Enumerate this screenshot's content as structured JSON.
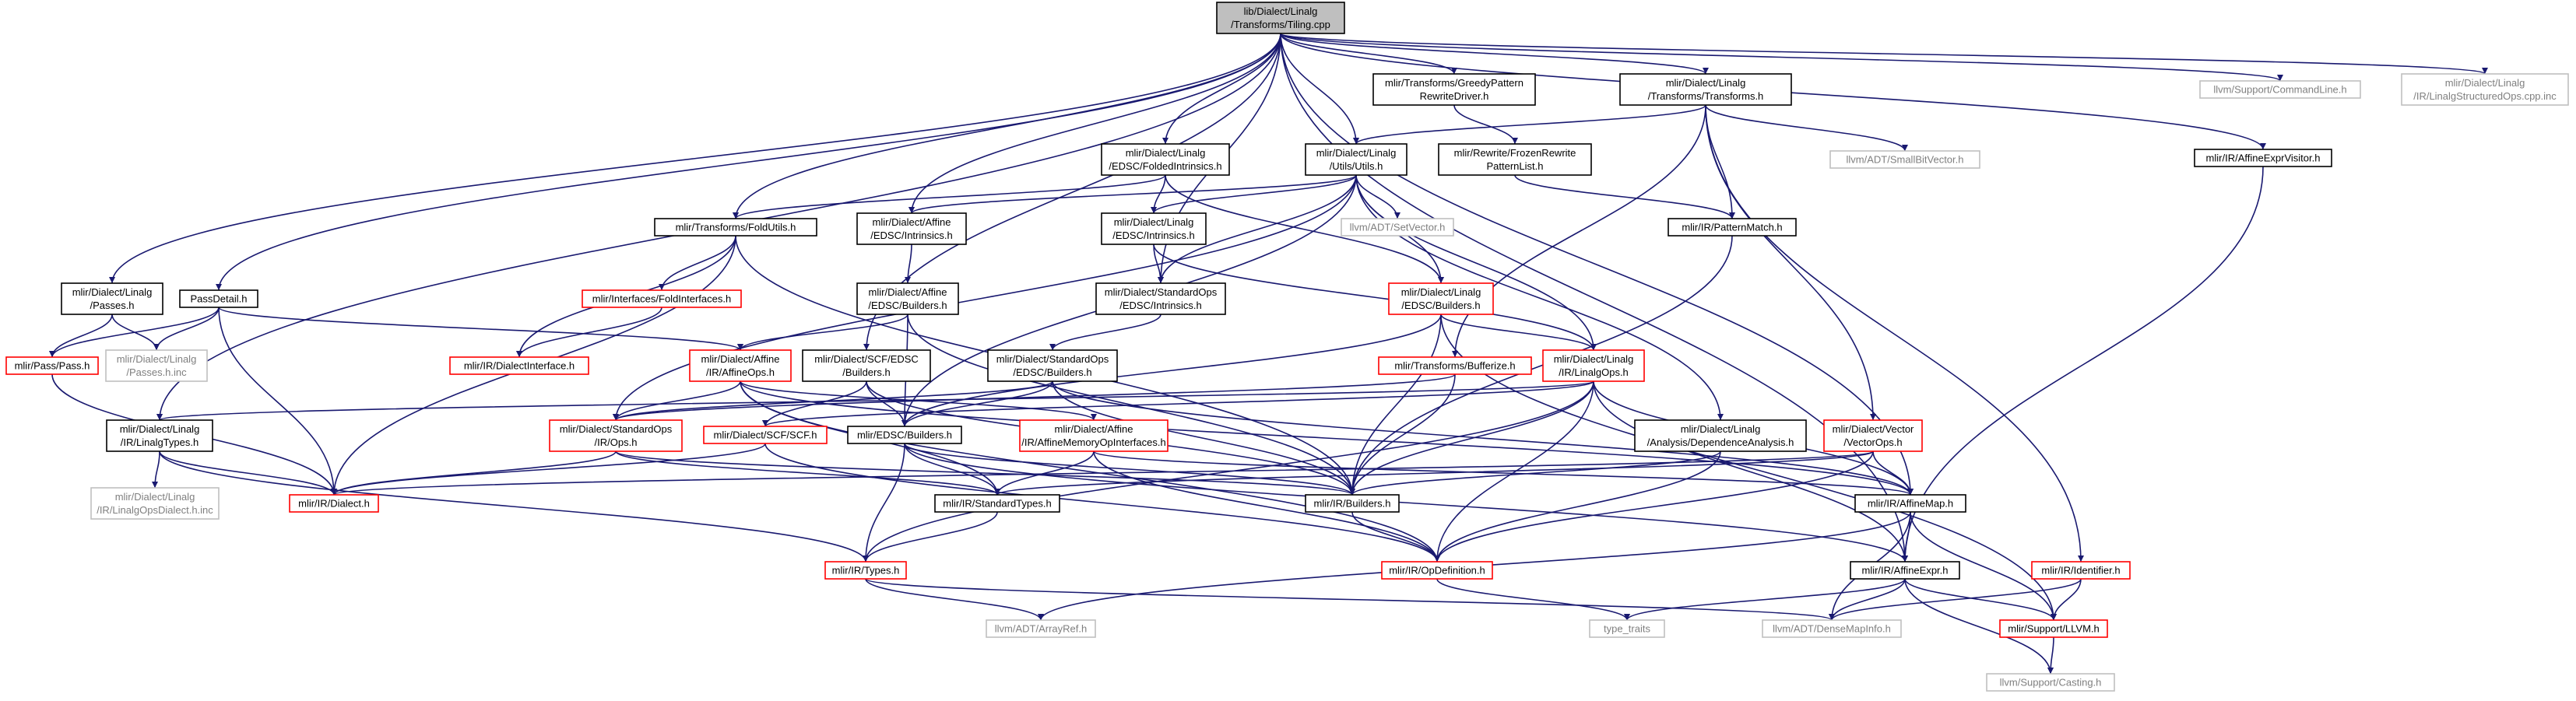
{
  "colors": {
    "edge": "#191970",
    "text_normal": "#000000",
    "text_external": "#7f7f7f",
    "border_normal": "#000000",
    "border_truncated": "#ff0000",
    "border_external": "#bfbfbf",
    "root_fill": "#bfbfbf"
  },
  "nodes": [
    {
      "id": "root",
      "lines": [
        "lib/Dialect/Linalg",
        "/Transforms/Tiling.cpp"
      ],
      "kind": "root"
    },
    {
      "id": "linalg_passes",
      "lines": [
        "mlir/Dialect/Linalg",
        "/Passes.h"
      ],
      "kind": "normal"
    },
    {
      "id": "passdetail",
      "lines": [
        "PassDetail.h"
      ],
      "kind": "normal"
    },
    {
      "id": "linalgtypes",
      "lines": [
        "mlir/Dialect/Linalg",
        "/IR/LinalgTypes.h"
      ],
      "kind": "normal"
    },
    {
      "id": "foldutils",
      "lines": [
        "mlir/Transforms/FoldUtils.h"
      ],
      "kind": "normal"
    },
    {
      "id": "affine_edsc_intr",
      "lines": [
        "mlir/Dialect/Affine",
        "/EDSC/Intrinsics.h"
      ],
      "kind": "normal"
    },
    {
      "id": "linalg_edsc_folded",
      "lines": [
        "mlir/Dialect/Linalg",
        "/EDSC/FoldedIntrinsics.h"
      ],
      "kind": "normal"
    },
    {
      "id": "greedy",
      "lines": [
        "mlir/Transforms/GreedyPattern",
        "RewriteDriver.h"
      ],
      "kind": "normal"
    },
    {
      "id": "linalg_transforms",
      "lines": [
        "mlir/Dialect/Linalg",
        "/Transforms/Transforms.h"
      ],
      "kind": "normal"
    },
    {
      "id": "commandline",
      "lines": [
        "llvm/Support/CommandLine.h"
      ],
      "kind": "external"
    },
    {
      "id": "structuredops",
      "lines": [
        "mlir/Dialect/Linalg",
        "/IR/LinalgStructuredOps.cpp.inc"
      ],
      "kind": "external"
    },
    {
      "id": "affineexprvisitor",
      "lines": [
        "mlir/IR/AffineExprVisitor.h"
      ],
      "kind": "normal"
    },
    {
      "id": "linalg_utils",
      "lines": [
        "mlir/Dialect/Linalg",
        "/Utils/Utils.h"
      ],
      "kind": "normal"
    },
    {
      "id": "frozenrewrite",
      "lines": [
        "mlir/Rewrite/FrozenRewrite",
        "PatternList.h"
      ],
      "kind": "normal"
    },
    {
      "id": "smallbitvector",
      "lines": [
        "llvm/ADT/SmallBitVector.h"
      ],
      "kind": "external"
    },
    {
      "id": "linalg_edsc_intr",
      "lines": [
        "mlir/Dialect/Linalg",
        "/EDSC/Intrinsics.h"
      ],
      "kind": "normal"
    },
    {
      "id": "setvector",
      "lines": [
        "llvm/ADT/SetVector.h"
      ],
      "kind": "external"
    },
    {
      "id": "patternmatch",
      "lines": [
        "mlir/IR/PatternMatch.h"
      ],
      "kind": "normal"
    },
    {
      "id": "foldinterfaces",
      "lines": [
        "mlir/Interfaces/FoldInterfaces.h"
      ],
      "kind": "truncated"
    },
    {
      "id": "affine_edsc_builders",
      "lines": [
        "mlir/Dialect/Affine",
        "/EDSC/Builders.h"
      ],
      "kind": "normal"
    },
    {
      "id": "std_edsc_intr",
      "lines": [
        "mlir/Dialect/StandardOps",
        "/EDSC/Intrinsics.h"
      ],
      "kind": "normal"
    },
    {
      "id": "linalg_edsc_builders",
      "lines": [
        "mlir/Dialect/Linalg",
        "/EDSC/Builders.h"
      ],
      "kind": "truncated"
    },
    {
      "id": "pass",
      "lines": [
        "mlir/Pass/Pass.h"
      ],
      "kind": "truncated"
    },
    {
      "id": "linalg_passes_inc",
      "lines": [
        "mlir/Dialect/Linalg",
        "/Passes.h.inc"
      ],
      "kind": "external"
    },
    {
      "id": "dialectinterface",
      "lines": [
        "mlir/IR/DialectInterface.h"
      ],
      "kind": "truncated"
    },
    {
      "id": "affineops",
      "lines": [
        "mlir/Dialect/Affine",
        "/IR/AffineOps.h"
      ],
      "kind": "truncated"
    },
    {
      "id": "scf_edsc_builders",
      "lines": [
        "mlir/Dialect/SCF/EDSC",
        "/Builders.h"
      ],
      "kind": "normal"
    },
    {
      "id": "std_edsc_builders",
      "lines": [
        "mlir/Dialect/StandardOps",
        "/EDSC/Builders.h"
      ],
      "kind": "normal"
    },
    {
      "id": "bufferize",
      "lines": [
        "mlir/Transforms/Bufferize.h"
      ],
      "kind": "truncated"
    },
    {
      "id": "linalgops",
      "lines": [
        "mlir/Dialect/Linalg",
        "/IR/LinalgOps.h"
      ],
      "kind": "truncated"
    },
    {
      "id": "std_ops",
      "lines": [
        "mlir/Dialect/StandardOps",
        "/IR/Ops.h"
      ],
      "kind": "truncated"
    },
    {
      "id": "scf",
      "lines": [
        "mlir/Dialect/SCF/SCF.h"
      ],
      "kind": "truncated"
    },
    {
      "id": "edsc_builders",
      "lines": [
        "mlir/EDSC/Builders.h"
      ],
      "kind": "normal"
    },
    {
      "id": "affinememop",
      "lines": [
        "mlir/Dialect/Affine",
        "/IR/AffineMemoryOpInterfaces.h"
      ],
      "kind": "truncated"
    },
    {
      "id": "dependence",
      "lines": [
        "mlir/Dialect/Linalg",
        "/Analysis/DependenceAnalysis.h"
      ],
      "kind": "normal"
    },
    {
      "id": "vectorops",
      "lines": [
        "mlir/Dialect/Vector",
        "/VectorOps.h"
      ],
      "kind": "truncated"
    },
    {
      "id": "opsdialect_inc",
      "lines": [
        "mlir/Dialect/Linalg",
        "/IR/LinalgOpsDialect.h.inc"
      ],
      "kind": "external"
    },
    {
      "id": "dialect",
      "lines": [
        "mlir/IR/Dialect.h"
      ],
      "kind": "truncated"
    },
    {
      "id": "standardtypes",
      "lines": [
        "mlir/IR/StandardTypes.h"
      ],
      "kind": "normal"
    },
    {
      "id": "ir_builders",
      "lines": [
        "mlir/IR/Builders.h"
      ],
      "kind": "normal"
    },
    {
      "id": "affinemap",
      "lines": [
        "mlir/IR/AffineMap.h"
      ],
      "kind": "normal"
    },
    {
      "id": "types",
      "lines": [
        "mlir/IR/Types.h"
      ],
      "kind": "truncated"
    },
    {
      "id": "opdefinition",
      "lines": [
        "mlir/IR/OpDefinition.h"
      ],
      "kind": "truncated"
    },
    {
      "id": "affineexpr",
      "lines": [
        "mlir/IR/AffineExpr.h"
      ],
      "kind": "normal"
    },
    {
      "id": "identifier",
      "lines": [
        "mlir/IR/Identifier.h"
      ],
      "kind": "truncated"
    },
    {
      "id": "arrayref",
      "lines": [
        "llvm/ADT/ArrayRef.h"
      ],
      "kind": "external"
    },
    {
      "id": "type_traits",
      "lines": [
        "type_traits"
      ],
      "kind": "external"
    },
    {
      "id": "densemapinfo",
      "lines": [
        "llvm/ADT/DenseMapInfo.h"
      ],
      "kind": "external"
    },
    {
      "id": "llvm_h",
      "lines": [
        "mlir/Support/LLVM.h"
      ],
      "kind": "truncated"
    },
    {
      "id": "casting",
      "lines": [
        "llvm/Support/Casting.h"
      ],
      "kind": "external"
    }
  ],
  "edges": [
    [
      "root",
      "linalg_passes"
    ],
    [
      "root",
      "passdetail"
    ],
    [
      "root",
      "linalgtypes"
    ],
    [
      "root",
      "foldutils"
    ],
    [
      "root",
      "affine_edsc_intr"
    ],
    [
      "root",
      "linalg_edsc_folded"
    ],
    [
      "root",
      "greedy"
    ],
    [
      "root",
      "linalg_transforms"
    ],
    [
      "root",
      "commandline"
    ],
    [
      "root",
      "structuredops"
    ],
    [
      "root",
      "affineexprvisitor"
    ],
    [
      "root",
      "linalg_utils"
    ],
    [
      "root",
      "std_edsc_intr"
    ],
    [
      "root",
      "scf_edsc_builders"
    ],
    [
      "root",
      "affinemap"
    ],
    [
      "root",
      "affineexpr"
    ],
    [
      "linalg_passes",
      "pass"
    ],
    [
      "linalg_passes",
      "linalg_passes_inc"
    ],
    [
      "passdetail",
      "pass"
    ],
    [
      "passdetail",
      "linalg_passes_inc"
    ],
    [
      "passdetail",
      "affineops"
    ],
    [
      "passdetail",
      "dialect"
    ],
    [
      "linalgtypes",
      "dialect"
    ],
    [
      "linalgtypes",
      "opsdialect_inc"
    ],
    [
      "linalgtypes",
      "types"
    ],
    [
      "foldutils",
      "foldinterfaces"
    ],
    [
      "foldutils",
      "dialectinterface"
    ],
    [
      "foldutils",
      "dialect"
    ],
    [
      "foldutils",
      "ir_builders"
    ],
    [
      "affine_edsc_intr",
      "affine_edsc_builders"
    ],
    [
      "linalg_edsc_folded",
      "foldutils"
    ],
    [
      "linalg_edsc_folded",
      "linalg_edsc_intr"
    ],
    [
      "linalg_edsc_folded",
      "linalg_edsc_builders"
    ],
    [
      "greedy",
      "frozenrewrite"
    ],
    [
      "linalg_transforms",
      "linalg_utils"
    ],
    [
      "linalg_transforms",
      "smallbitvector"
    ],
    [
      "linalg_transforms",
      "patternmatch"
    ],
    [
      "linalg_transforms",
      "bufferize"
    ],
    [
      "linalg_transforms",
      "vectorops"
    ],
    [
      "linalg_transforms",
      "identifier"
    ],
    [
      "affineexprvisitor",
      "affineexpr"
    ],
    [
      "linalg_utils",
      "affine_edsc_intr"
    ],
    [
      "linalg_utils",
      "linalg_edsc_intr"
    ],
    [
      "linalg_utils",
      "setvector"
    ],
    [
      "linalg_utils",
      "linalg_edsc_builders"
    ],
    [
      "linalg_utils",
      "std_edsc_intr"
    ],
    [
      "linalg_utils",
      "linalgops"
    ],
    [
      "linalg_utils",
      "dependence"
    ],
    [
      "linalg_utils",
      "std_ops"
    ],
    [
      "linalg_utils",
      "edsc_builders"
    ],
    [
      "frozenrewrite",
      "patternmatch"
    ],
    [
      "linalg_edsc_intr",
      "std_edsc_intr"
    ],
    [
      "linalg_edsc_intr",
      "linalgops"
    ],
    [
      "patternmatch",
      "ir_builders"
    ],
    [
      "foldinterfaces",
      "dialectinterface"
    ],
    [
      "affine_edsc_builders",
      "affineops"
    ],
    [
      "affine_edsc_builders",
      "edsc_builders"
    ],
    [
      "affine_edsc_builders",
      "ir_builders"
    ],
    [
      "std_edsc_intr",
      "std_edsc_builders"
    ],
    [
      "linalg_edsc_builders",
      "linalgops"
    ],
    [
      "linalg_edsc_builders",
      "edsc_builders"
    ],
    [
      "linalg_edsc_builders",
      "ir_builders"
    ],
    [
      "linalg_edsc_builders",
      "llvm_h"
    ],
    [
      "pass",
      "dialect"
    ],
    [
      "affineops",
      "std_ops"
    ],
    [
      "affineops",
      "affinememop"
    ],
    [
      "affineops",
      "standardtypes"
    ],
    [
      "affineops",
      "opdefinition"
    ],
    [
      "affineops",
      "affinemap"
    ],
    [
      "scf_edsc_builders",
      "scf"
    ],
    [
      "scf_edsc_builders",
      "edsc_builders"
    ],
    [
      "scf_edsc_builders",
      "ir_builders"
    ],
    [
      "std_edsc_builders",
      "std_ops"
    ],
    [
      "std_edsc_builders",
      "edsc_builders"
    ],
    [
      "std_edsc_builders",
      "ir_builders"
    ],
    [
      "std_edsc_builders",
      "affinemap"
    ],
    [
      "bufferize",
      "std_ops"
    ],
    [
      "bufferize",
      "ir_builders"
    ],
    [
      "linalgops",
      "linalgtypes"
    ],
    [
      "linalgops",
      "scf"
    ],
    [
      "linalgops",
      "ir_builders"
    ],
    [
      "linalgops",
      "opdefinition"
    ],
    [
      "linalgops",
      "affinemap"
    ],
    [
      "linalgops",
      "affineexpr"
    ],
    [
      "linalgops",
      "types"
    ],
    [
      "std_ops",
      "dialect"
    ],
    [
      "std_ops",
      "standardtypes"
    ],
    [
      "std_ops",
      "ir_builders"
    ],
    [
      "scf",
      "dialect"
    ],
    [
      "scf",
      "opdefinition"
    ],
    [
      "edsc_builders",
      "standardtypes"
    ],
    [
      "edsc_builders",
      "types"
    ],
    [
      "edsc_builders",
      "ir_builders"
    ],
    [
      "edsc_builders",
      "affineexpr"
    ],
    [
      "affinememop",
      "standardtypes"
    ],
    [
      "affinememop",
      "opdefinition"
    ],
    [
      "affinememop",
      "affinemap"
    ],
    [
      "dependence",
      "ir_builders"
    ],
    [
      "dependence",
      "opdefinition"
    ],
    [
      "vectorops",
      "affinemap"
    ],
    [
      "vectorops",
      "standardtypes"
    ],
    [
      "vectorops",
      "opdefinition"
    ],
    [
      "vectorops",
      "dialect"
    ],
    [
      "standardtypes",
      "types"
    ],
    [
      "ir_builders",
      "opdefinition"
    ],
    [
      "affinemap",
      "affineexpr"
    ],
    [
      "affinemap",
      "arrayref"
    ],
    [
      "affinemap",
      "densemapinfo"
    ],
    [
      "affinemap",
      "llvm_h"
    ],
    [
      "types",
      "arrayref"
    ],
    [
      "types",
      "densemapinfo"
    ],
    [
      "opdefinition",
      "type_traits"
    ],
    [
      "affineexpr",
      "type_traits"
    ],
    [
      "affineexpr",
      "densemapinfo"
    ],
    [
      "affineexpr",
      "llvm_h"
    ],
    [
      "affineexpr",
      "casting"
    ],
    [
      "identifier",
      "densemapinfo"
    ],
    [
      "identifier",
      "llvm_h"
    ],
    [
      "llvm_h",
      "casting"
    ]
  ]
}
